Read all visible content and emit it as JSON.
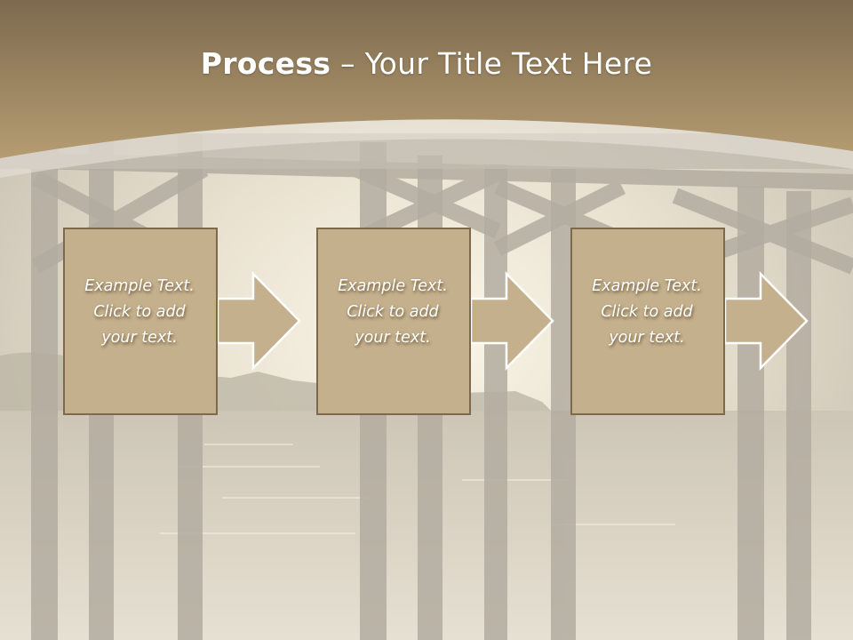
{
  "slide": {
    "title_bold": "Process",
    "title_rest": " – Your Title Text Here",
    "steps": [
      {
        "line1": "Example Text.",
        "line2": "Click  to add",
        "line3": "your text."
      },
      {
        "line1": "Example Text.",
        "line2": "Click  to add",
        "line3": "your text."
      },
      {
        "line1": "Example Text.",
        "line2": "Click  to add",
        "line3": "your text."
      }
    ]
  },
  "colors": {
    "header": "#8a7654",
    "box_fill": "#c4b08c",
    "box_border": "#7d6a4d",
    "background": "#dcd6c8"
  }
}
